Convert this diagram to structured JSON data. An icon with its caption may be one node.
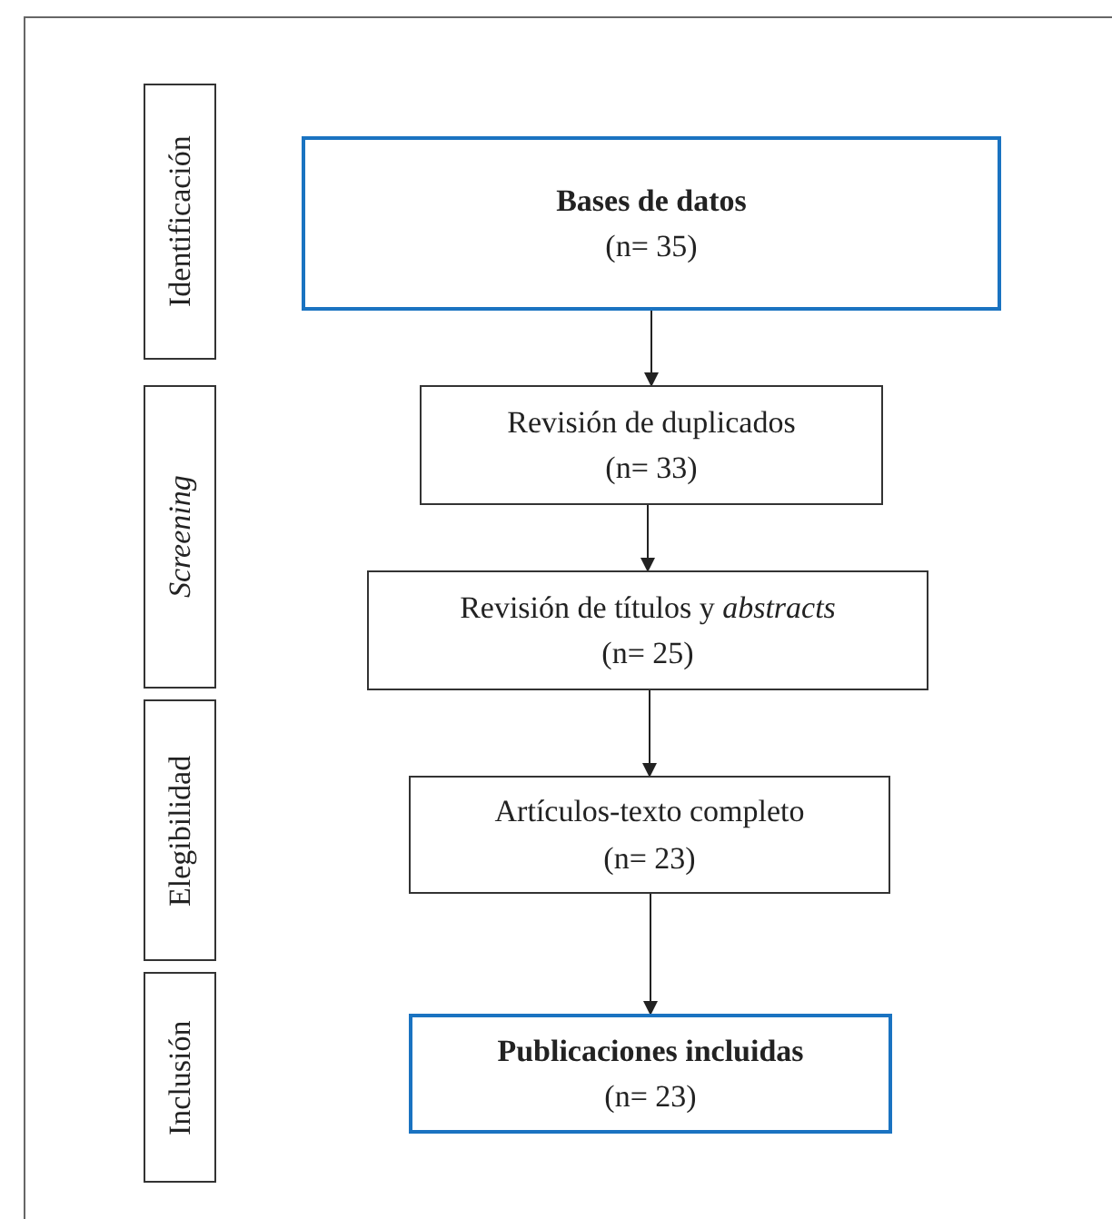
{
  "diagram": {
    "nodes": [
      {
        "text": [
          "Bases de datos",
          "(n= 35)"
        ]
      },
      {
        "text": [
          "Revisión de duplicados",
          "(n= 33)"
        ]
      },
      {
        "text": [
          "Revisión de títulos y *abstracts*",
          "(n= 25)"
        ]
      },
      {
        "text": [
          "Artículos-texto completo",
          "(n= 23)"
        ]
      },
      {
        "text": [
          "Publicaciones incluidas",
          "(n= 23)"
        ]
      },
      {
        "text": [
          "Identificación"
        ]
      },
      {
        "text": [
          "Screening"
        ]
      },
      {
        "text": [
          "Elegibilidad"
        ]
      },
      {
        "text": [
          "Inclusión"
        ]
      }
    ],
    "edges": [
      {
        "from": 0,
        "to": 1,
        "arrow": "to"
      },
      {
        "from": 1,
        "to": 2,
        "arrow": "to"
      },
      {
        "from": 2,
        "to": 3,
        "arrow": "to"
      },
      {
        "from": 3,
        "to": 4,
        "arrow": "to"
      }
    ]
  }
}
